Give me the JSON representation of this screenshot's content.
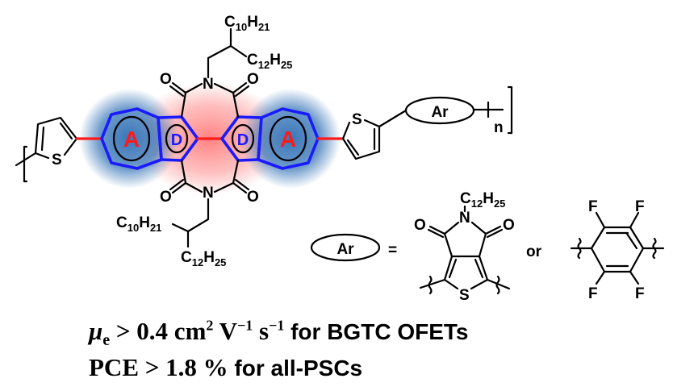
{
  "structure": {
    "acceptor_label": "A",
    "donor_label": "D",
    "ar_label": "Ar",
    "repeat_subscript": "n",
    "sulfur": "S",
    "nitrogen": "N",
    "oxygen": "O",
    "fluorine": "F",
    "equals": "=",
    "or": "or",
    "alkyl": {
      "c10": "C",
      "c10_sub": "10",
      "h21": "H",
      "h21_sub": "21",
      "c12": "C",
      "c12_sub": "12",
      "h25": "H",
      "h25_sub": "25"
    },
    "colors": {
      "acceptor": "#ff1a1a",
      "donor": "#1a1aff",
      "glow_blue": "#2e6fb5",
      "glow_red": "#ff6a6a"
    }
  },
  "caption": {
    "line1": {
      "mu": "μ",
      "mu_sub": "e",
      "value": " > 0.4 cm",
      "sup2": "2",
      "unit_v": " V",
      "sup_m1a": "−1",
      "unit_s": " s",
      "sup_m1b": "−1",
      "suffix": " for BGTC OFETs"
    },
    "line2": {
      "value": "PCE > 1.8 % ",
      "suffix": "for all-PSCs"
    }
  }
}
